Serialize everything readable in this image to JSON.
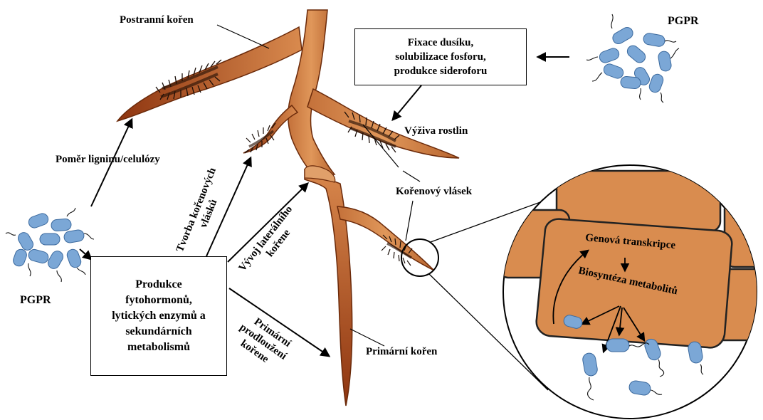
{
  "labels": {
    "lateral_root": "Postranní kořen",
    "lignin_ratio": "Poměr ligninu/celulózy",
    "pgpr_left": "PGPR",
    "pgpr_right": "PGPR",
    "root_hair_formation_1": "Tvorba kořenových",
    "root_hair_formation_2": "vlásků",
    "lateral_root_dev_1": "Vývoj laterálního",
    "lateral_root_dev_2": "kořene",
    "primary_elong_1": "Primární",
    "primary_elong_2": "prodloužení",
    "primary_elong_3": "kořene",
    "plant_nutrition": "Výživa rostlin",
    "root_hair": "Kořenový vlásek",
    "primary_root": "Primární kořen",
    "gene_transcription": "Genová transkripce",
    "metabolite_biosynthesis": "Biosyntéza metabolitů"
  },
  "boxes": {
    "nutrients": [
      "Fixace dusíku,",
      "solubilizace fosforu,",
      "produkce sideroforu"
    ],
    "production": [
      "Produkce",
      "fytohormonů,",
      "lytických enzymů a",
      "sekundárních",
      "metabolismů"
    ]
  },
  "colors": {
    "root_light": "#d88a4e",
    "root_dark": "#9a3f14",
    "bacteria": "#7ba7d6",
    "cell": "#d98c4f"
  }
}
